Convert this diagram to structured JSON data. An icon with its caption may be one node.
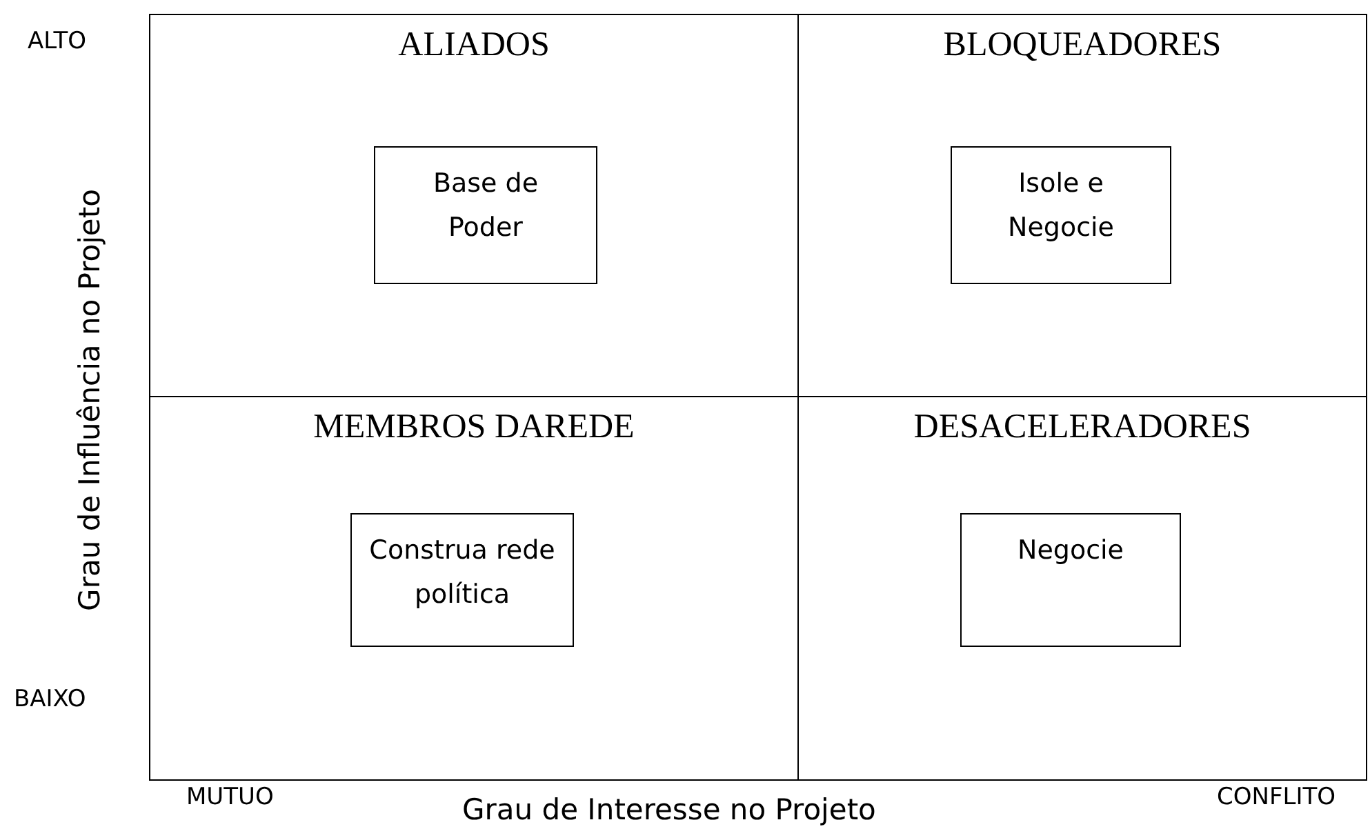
{
  "diagram": {
    "nodes": [
      {
        "text": [
          "ALIADOS"
        ]
      },
      {
        "text": [
          "Base de Poder"
        ],
        "in": 0
      },
      {
        "text": [
          "BLOQUEADORES"
        ]
      },
      {
        "text": [
          "Isole e Negocie"
        ],
        "in": 2
      },
      {
        "text": [
          "MEMBROS DAREDE"
        ]
      },
      {
        "text": [
          "Construa rede política"
        ],
        "in": 4
      },
      {
        "text": [
          "DESACELERADORES"
        ]
      },
      {
        "text": [
          "Negocie"
        ],
        "in": 6
      }
    ],
    "labels": [
      "ALTO",
      "Grau de Influência no Projeto",
      "BAIXO",
      "MUTUO",
      "Grau de Interesse no Projeto",
      "CONFLITO"
    ]
  }
}
